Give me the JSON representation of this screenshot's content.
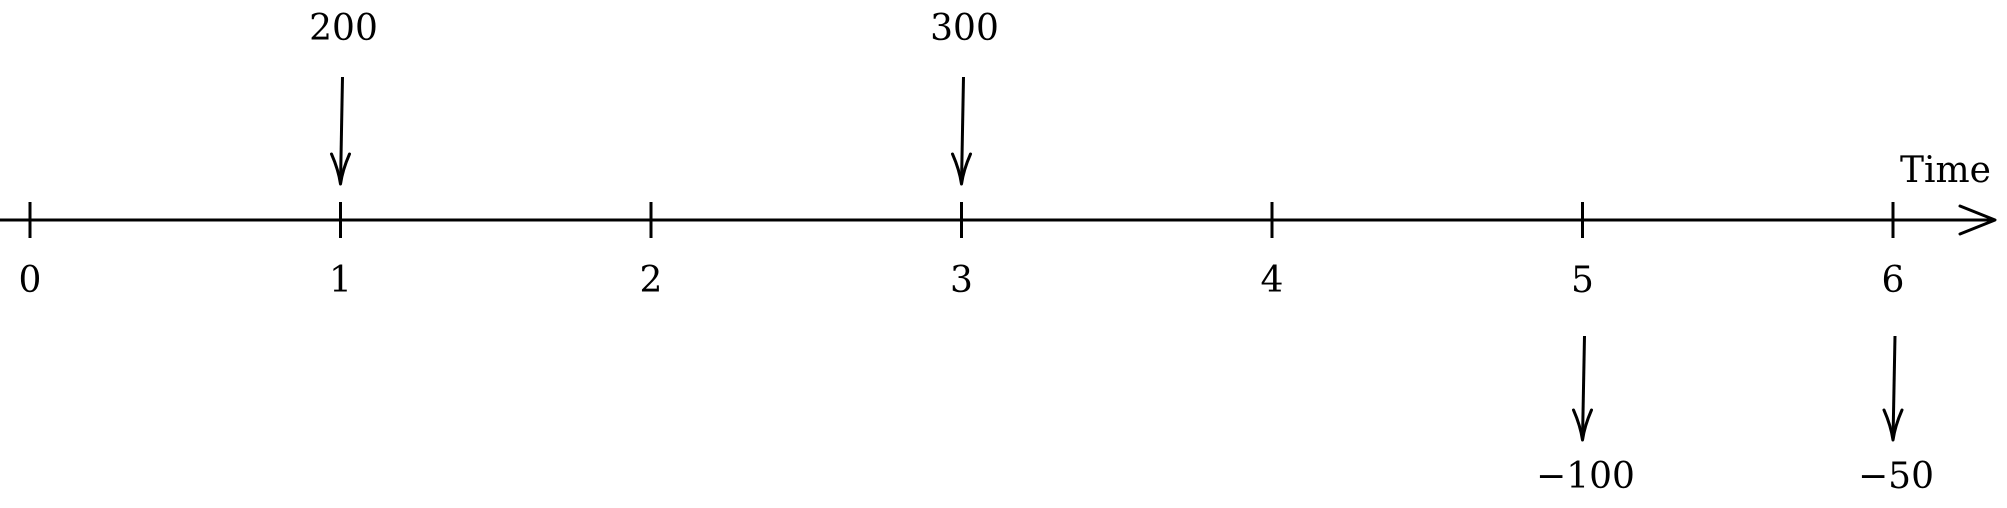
{
  "timeline": {
    "axis_label": "Time",
    "ticks": [
      "0",
      "1",
      "2",
      "3",
      "4",
      "5",
      "6"
    ]
  },
  "cash_flows": [
    {
      "time": 1,
      "amount": 200,
      "label": "200",
      "direction": "inflow"
    },
    {
      "time": 3,
      "amount": 300,
      "label": "300",
      "direction": "inflow"
    },
    {
      "time": 5,
      "amount": -100,
      "label": "−100",
      "direction": "outflow"
    },
    {
      "time": 6,
      "amount": -50,
      "label": "−50",
      "direction": "outflow"
    }
  ]
}
